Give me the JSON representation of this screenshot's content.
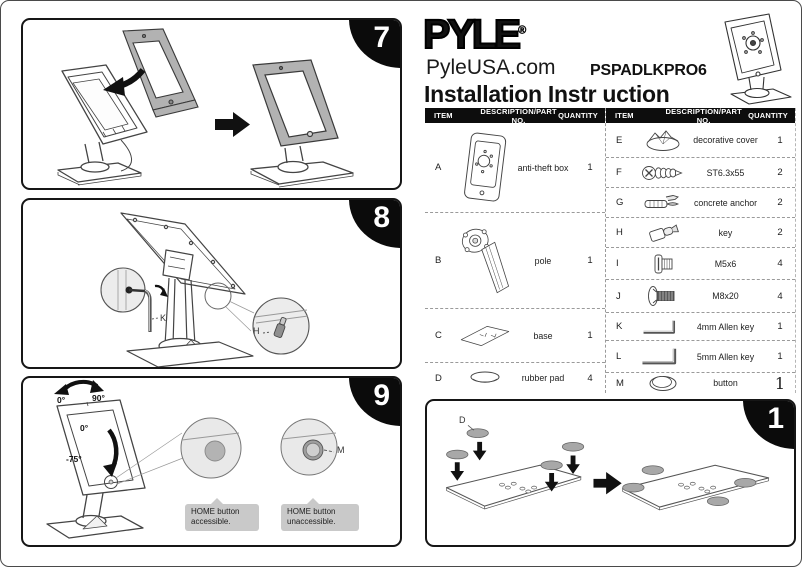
{
  "header": {
    "brand": "PYLE",
    "trademark": "®",
    "website": "PyleUSA.com",
    "model": "PSPADLKPRO6",
    "title": "Installation Instr uction"
  },
  "table": {
    "col_item": "ITEM",
    "col_description": "DESCRIPTION/PART NO.",
    "col_quantity": "QUANTITY",
    "left_rows": [
      {
        "item": "A",
        "description": "anti-theft box",
        "quantity": "1",
        "icon": "anti-theft-box"
      },
      {
        "item": "B",
        "description": "pole",
        "quantity": "1",
        "icon": "pole"
      },
      {
        "item": "C",
        "description": "base",
        "quantity": "1",
        "icon": "base-plate"
      },
      {
        "item": "D",
        "description": "rubber pad",
        "quantity": "4",
        "icon": "rubber-pad"
      }
    ],
    "right_rows": [
      {
        "item": "E",
        "description": "decorative cover",
        "quantity": "1",
        "icon": "decorative-cover"
      },
      {
        "item": "F",
        "description": "ST6.3x55",
        "quantity": "2",
        "icon": "screw"
      },
      {
        "item": "G",
        "description": "concrete anchor",
        "quantity": "2",
        "icon": "concrete-anchor"
      },
      {
        "item": "H",
        "description": "key",
        "quantity": "2",
        "icon": "key"
      },
      {
        "item": "I",
        "description": "M5x6",
        "quantity": "4",
        "icon": "bolt-short"
      },
      {
        "item": "J",
        "description": "M8x20",
        "quantity": "4",
        "icon": "bolt-long"
      },
      {
        "item": "K",
        "description": "4mm Allen key",
        "quantity": "1",
        "icon": "allen-key-small"
      },
      {
        "item": "L",
        "description": "5mm Allen key",
        "quantity": "1",
        "icon": "allen-key-large"
      },
      {
        "item": "M",
        "description": "button",
        "quantity": "1",
        "icon": "button"
      }
    ]
  },
  "panels": {
    "step7": {
      "number": "7"
    },
    "step8": {
      "number": "8",
      "allen_key_label": "K",
      "key_label": "H"
    },
    "step9": {
      "number": "9",
      "swivel_min": "0°",
      "swivel_max": "90°",
      "tilt_max": "0°",
      "tilt_min": "-75°",
      "button_label": "M",
      "callout_left_line1": "HOME button",
      "callout_left_line2": "accessible.",
      "callout_right_line1": "HOME button",
      "callout_right_line2": "unaccessible."
    },
    "step1": {
      "number": "1",
      "pad_label": "D"
    }
  }
}
